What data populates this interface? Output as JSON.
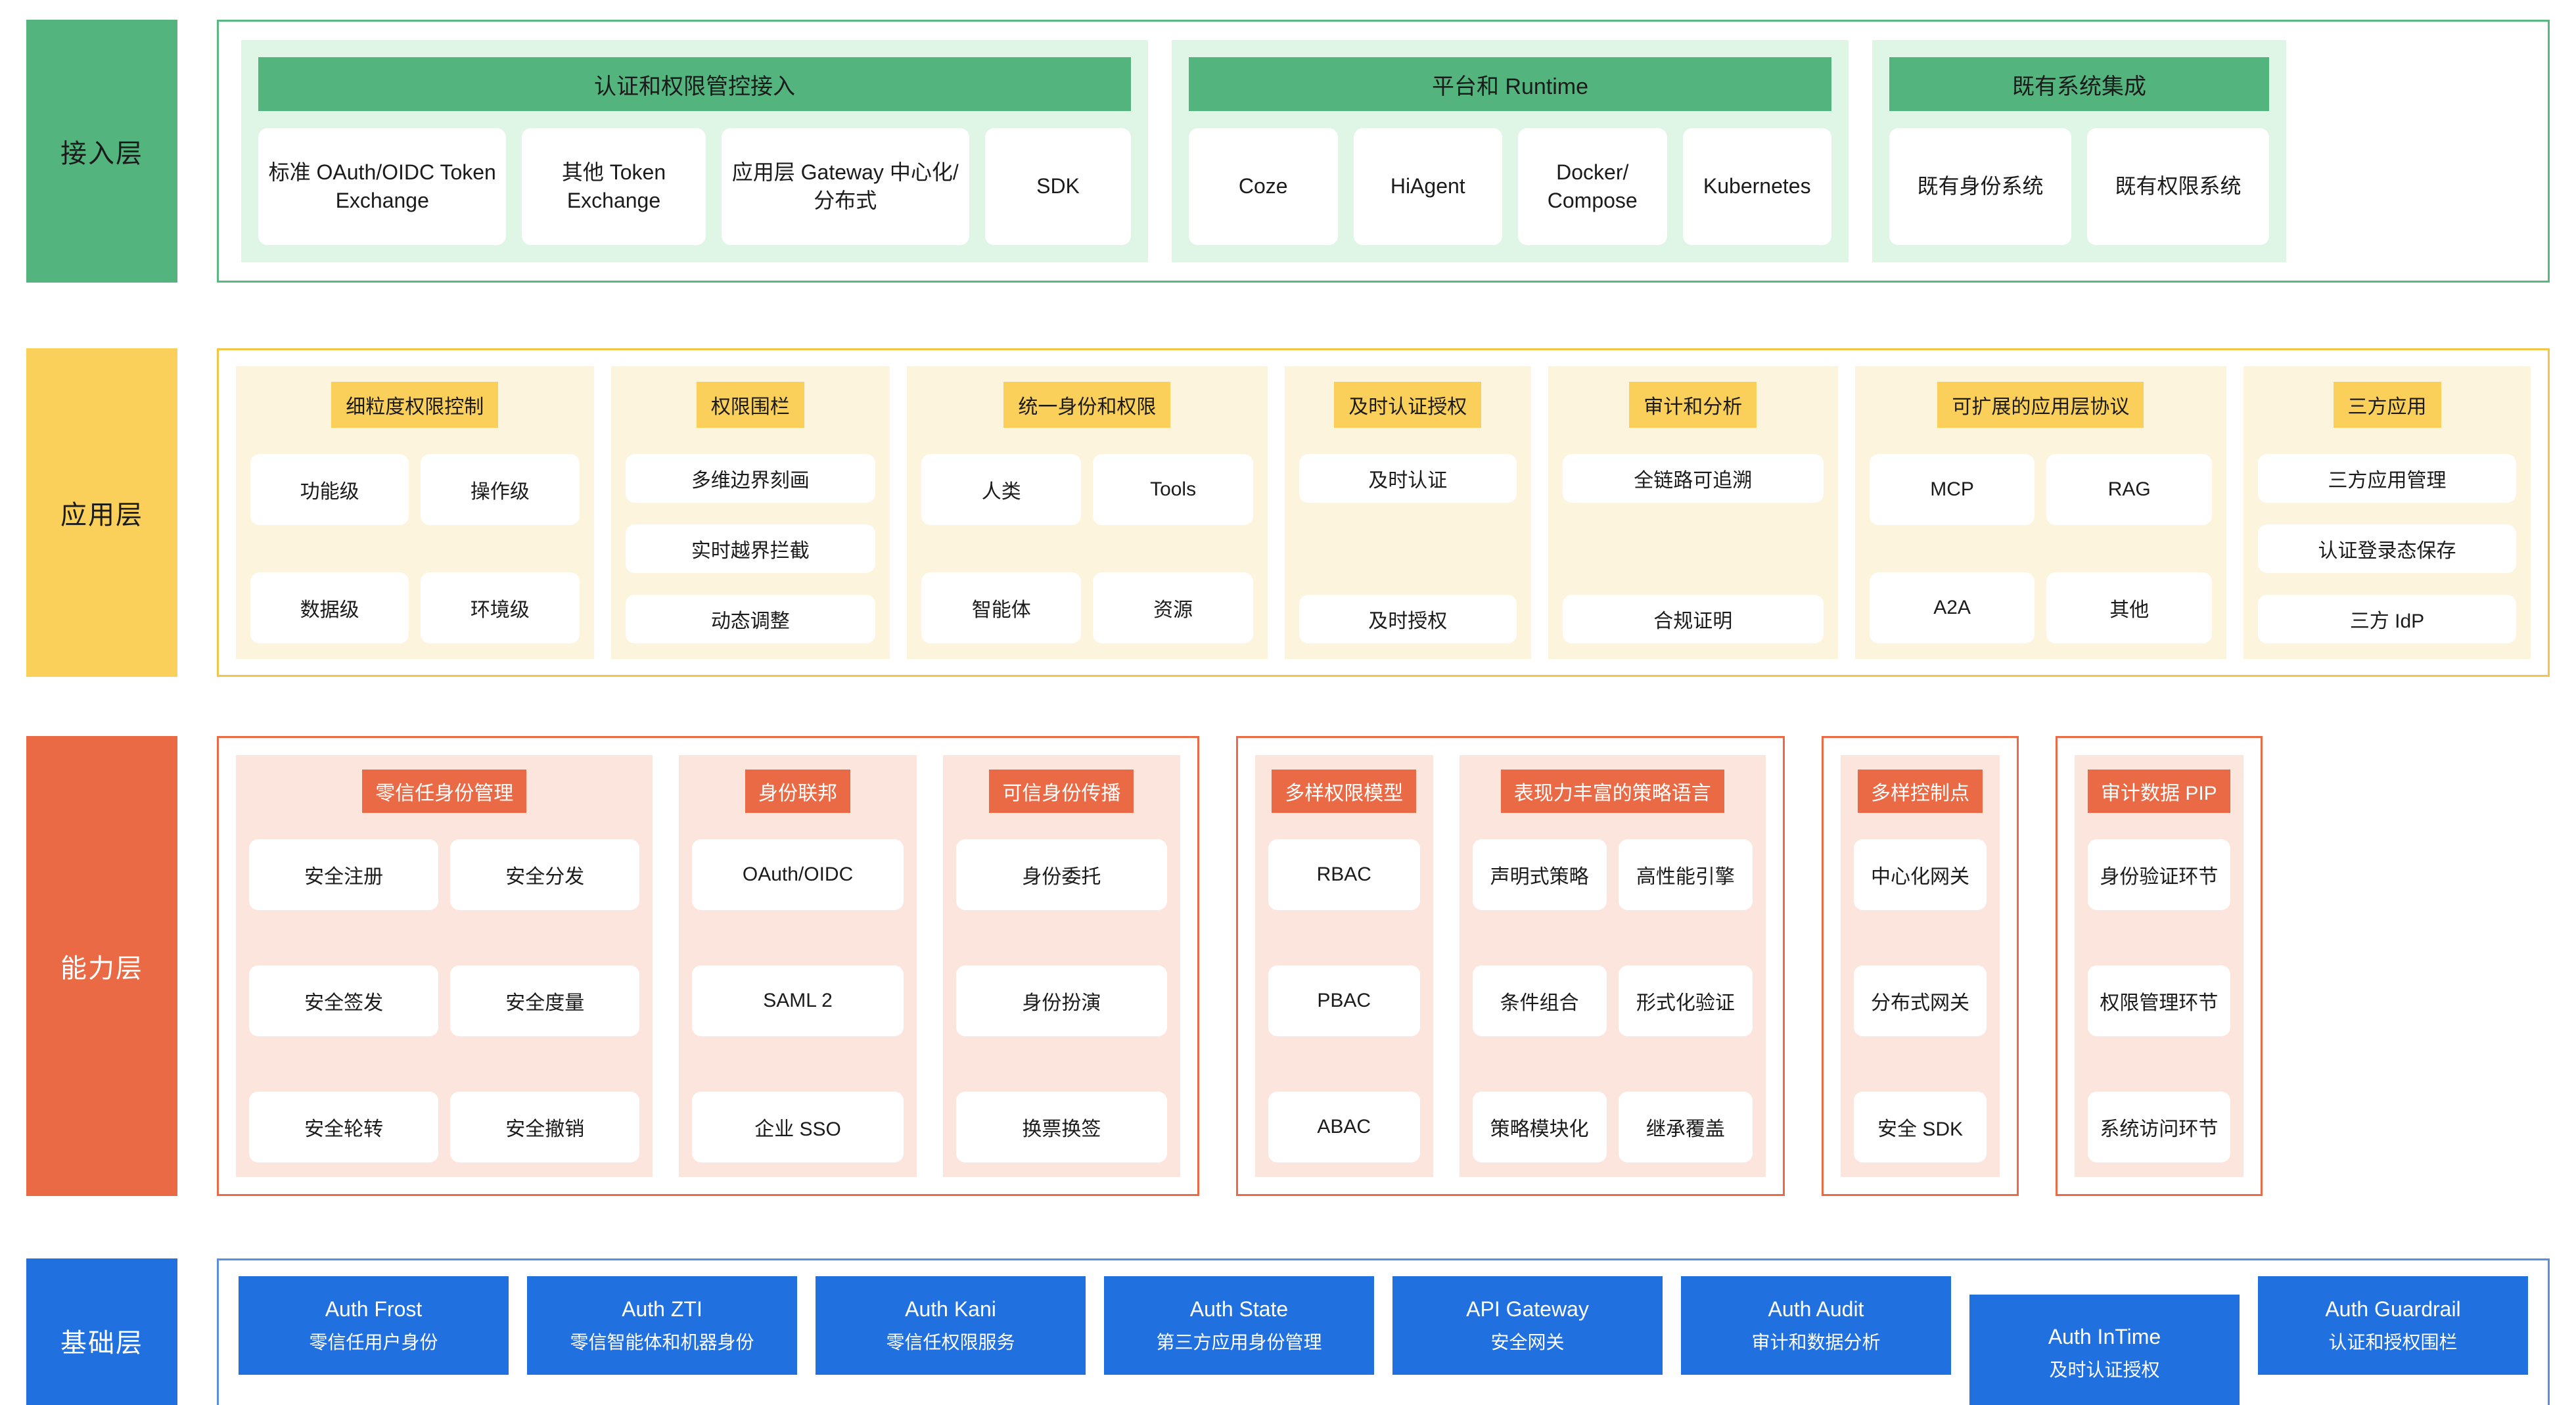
{
  "colors": {
    "green": "#53b47e",
    "green_light": "#dff5e6",
    "yellow": "#fad05a",
    "yellow_light": "#fdf4de",
    "orange": "#ea6a46",
    "orange_light": "#fce5dd",
    "blue": "#2070e0",
    "white": "#ffffff"
  },
  "layers": {
    "access": {
      "tag": "接入层",
      "groups": [
        {
          "title": "认证和权限管控接入",
          "cards": [
            "标准 OAuth/OIDC Token Exchange",
            "其他 Token Exchange",
            "应用层 Gateway 中心化/分布式",
            "SDK"
          ]
        },
        {
          "title": "平台和 Runtime",
          "cards": [
            "Coze",
            "HiAgent",
            "Docker/ Compose",
            "Kubernetes"
          ]
        },
        {
          "title": "既有系统集成",
          "cards": [
            "既有身份系统",
            "既有权限系统"
          ]
        }
      ]
    },
    "application": {
      "tag": "应用层",
      "columns": [
        {
          "title": "细粒度权限控制",
          "layout": "two-col",
          "items": [
            "功能级",
            "操作级",
            "数据级",
            "环境级"
          ]
        },
        {
          "title": "权限围栏",
          "layout": "one-col",
          "items": [
            "多维边界刻画",
            "实时越界拦截",
            "动态调整"
          ]
        },
        {
          "title": "统一身份和权限",
          "layout": "two-col",
          "items": [
            "人类",
            "Tools",
            "智能体",
            "资源"
          ]
        },
        {
          "title": "及时认证授权",
          "layout": "one-col",
          "items": [
            "及时认证",
            "及时授权"
          ]
        },
        {
          "title": "审计和分析",
          "layout": "one-col",
          "items": [
            "全链路可追溯",
            "合规证明"
          ]
        },
        {
          "title": "可扩展的应用层协议",
          "layout": "two-col",
          "items": [
            "MCP",
            "RAG",
            "A2A",
            "其他"
          ]
        },
        {
          "title": "三方应用",
          "layout": "one-col",
          "items": [
            "三方应用管理",
            "认证登录态保存",
            "三方 IdP"
          ]
        }
      ]
    },
    "capability": {
      "tag": "能力层",
      "groups": [
        {
          "columns": [
            {
              "title": "零信任身份管理",
              "width": "wide",
              "layout": "two-col",
              "items": [
                "安全注册",
                "安全分发",
                "安全签发",
                "安全度量",
                "安全轮转",
                "安全撤销"
              ]
            },
            {
              "title": "身份联邦",
              "width": "narrow",
              "layout": "one-col",
              "items": [
                "OAuth/OIDC",
                "SAML 2",
                "企业 SSO"
              ]
            },
            {
              "title": "可信身份传播",
              "width": "narrow",
              "layout": "one-col",
              "items": [
                "身份委托",
                "身份扮演",
                "换票换签"
              ]
            }
          ]
        },
        {
          "columns": [
            {
              "title": "多样权限模型",
              "width": "narrow",
              "layout": "one-col",
              "items": [
                "RBAC",
                "PBAC",
                "ABAC"
              ]
            },
            {
              "title": "表现力丰富的策略语言",
              "width": "wide",
              "layout": "two-col",
              "items": [
                "声明式策略",
                "高性能引擎",
                "条件组合",
                "形式化验证",
                "策略模块化",
                "继承覆盖"
              ]
            }
          ]
        },
        {
          "columns": [
            {
              "title": "多样控制点",
              "width": "narrow",
              "layout": "one-col",
              "items": [
                "中心化网关",
                "分布式网关",
                "安全 SDK"
              ]
            }
          ]
        },
        {
          "columns": [
            {
              "title": "审计数据 PIP",
              "width": "narrow",
              "layout": "one-col",
              "items": [
                "身份验证环节",
                "权限管理环节",
                "系统访问环节"
              ]
            }
          ]
        }
      ]
    },
    "foundation": {
      "tag": "基础层",
      "cards": [
        {
          "en": "Auth Frost",
          "cn": "零信任用户身份",
          "lifted": false
        },
        {
          "en": "Auth ZTI",
          "cn": "零信智能体和机器身份",
          "lifted": false
        },
        {
          "en": "Auth Kani",
          "cn": "零信任权限服务",
          "lifted": false
        },
        {
          "en": "Auth State",
          "cn": "第三方应用身份管理",
          "lifted": false
        },
        {
          "en": "API Gateway",
          "cn": "安全网关",
          "lifted": false
        },
        {
          "en": "Auth Audit",
          "cn": "审计和数据分析",
          "lifted": false
        },
        {
          "en": "Auth InTime",
          "cn": "及时认证授权",
          "lifted": true
        },
        {
          "en": "Auth Guardrail",
          "cn": "认证和授权围栏",
          "lifted": false
        }
      ]
    }
  }
}
